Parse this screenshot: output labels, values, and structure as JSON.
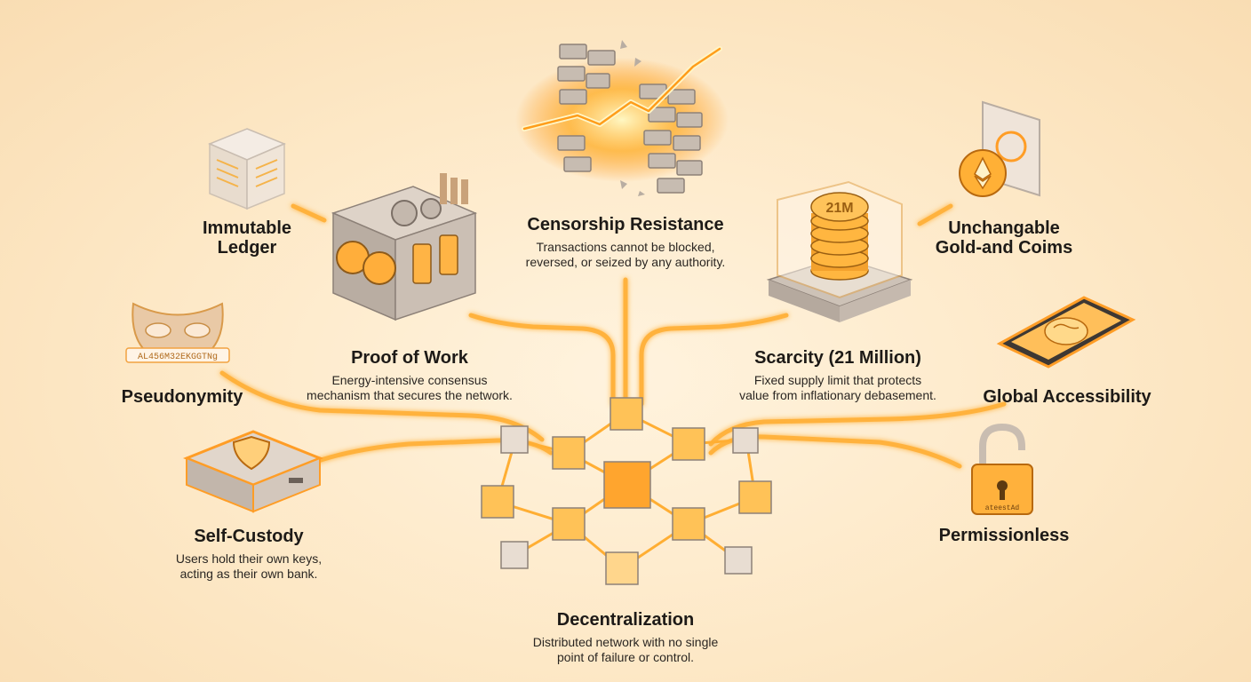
{
  "colors": {
    "background": "#fde8c6",
    "glow": "#ff9a1f",
    "connector": "#ffb23d",
    "metal": "#c9bdb1",
    "text": "#1d1a17"
  },
  "nodes": {
    "censorship": {
      "title": "Censorship Resistance",
      "description": "Transactions cannot be blocked,\nreversed, or seized by any authority.",
      "icon": "broken-brick-wall-lightning-icon"
    },
    "immutable": {
      "title": "Immutable\nLedger",
      "icon": "glass-cube-icon"
    },
    "proof_of_work": {
      "title": "Proof of Work",
      "description": "Energy-intensive consensus\nmechanism that secures the network.",
      "icon": "mining-machine-icon"
    },
    "scarcity": {
      "title": "Scarcity (21 Million)",
      "description": "Fixed supply limit that protects\nvalue from inflationary debasement.",
      "icon": "coin-stack-vault-icon",
      "coin_text": "21M"
    },
    "unchangable": {
      "title": "Unchangable\nGold-and Coims",
      "icon": "coin-screen-icon"
    },
    "pseudonymity": {
      "title": "Pseudonymity",
      "icon": "mask-icon",
      "address_text": "AL456M32EKGGTNg"
    },
    "global": {
      "title": "Global Accessibility",
      "icon": "smartphone-globe-icon"
    },
    "self_custody": {
      "title": "Self-Custody",
      "description": "Users hold their own keys,\nacting as their own bank.",
      "icon": "hardware-wallet-shield-icon"
    },
    "permissionless": {
      "title": "Permissionless",
      "icon": "open-padlock-icon",
      "lock_text": "ateestAd"
    },
    "decentralization": {
      "title": "Decentralization",
      "description": "Distributed network with no single\npoint of failure or control.",
      "icon": "node-network-icon"
    }
  }
}
